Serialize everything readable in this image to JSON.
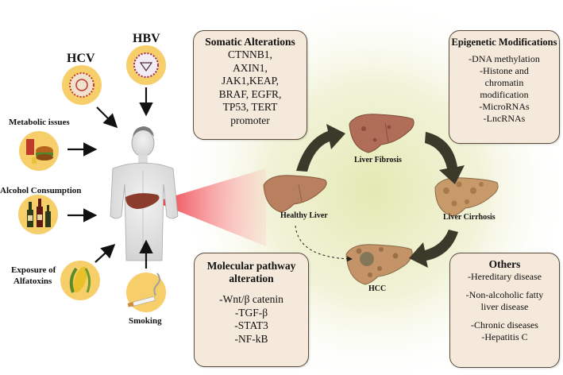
{
  "risk_factors": {
    "hcv": "HCV",
    "hbv": "HBV",
    "metabolic": "Metabolic issues",
    "alcohol": "Alcohol Consumption",
    "aflatoxins_line1": "Exposure of",
    "aflatoxins_line2": "Alfatoxins",
    "smoking": "Smoking"
  },
  "liver_stages": {
    "healthy": "Healthy Liver",
    "fibrosis": "Liver Fibrosis",
    "cirrhosis": "Liver Cirrhosis",
    "hcc": "HCC"
  },
  "boxes": {
    "somatic": {
      "title": "Somatic Alterations",
      "items": [
        "CTNNB1,",
        "AXIN1,",
        "JAK1,KEAP,",
        "BRAF, EGFR,",
        "TP53, TERT",
        "promoter"
      ]
    },
    "epigenetic": {
      "title": "Epigenetic Modifications",
      "items": [
        "-DNA methylation",
        "-Histone and",
        "chromatin",
        "modification",
        "-MicroRNAs",
        "-LncRNAs"
      ]
    },
    "molecular": {
      "title_line1": "Molecular pathway",
      "title_line2": "alteration",
      "items": [
        "-Wnt/β catenin",
        "-TGF-β",
        "-STAT3",
        "-NF-kB"
      ]
    },
    "others": {
      "title": "Others",
      "items": [
        "-Hereditary disease",
        "",
        "-Non-alcoholic fatty",
        "liver disease",
        "",
        "-Chronic diseases",
        "-Hepatitis C"
      ]
    }
  },
  "colors": {
    "box_fill": "#f4e9db",
    "box_border": "#5a4a3a",
    "risk_circle": "#f6cf6a",
    "progress_arrow": "#3b3a2a",
    "highlight_ray": "#e8303a",
    "liver_healthy": "#b8805e",
    "liver_diseased": "#c89a6a"
  },
  "icons": [
    "hcv-virus-icon",
    "hbv-virus-icon",
    "fast-food-icon",
    "alcohol-bottles-icon",
    "corn-icon",
    "cigarette-icon",
    "human-body-icon"
  ]
}
